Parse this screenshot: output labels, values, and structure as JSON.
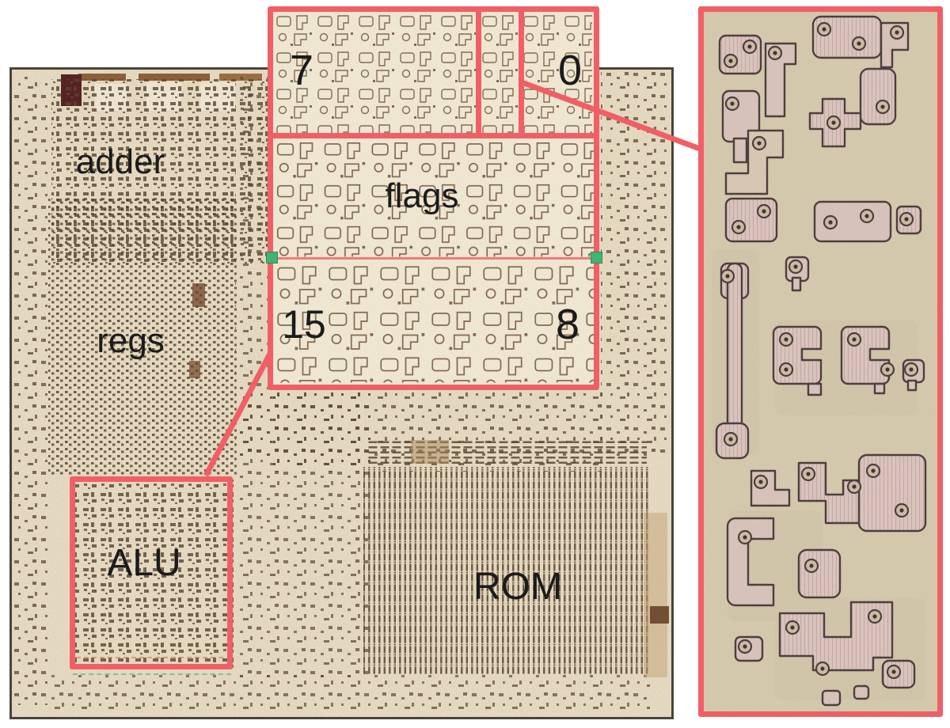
{
  "figure": {
    "title": "annotated microprocessor die photo with flag-register inset and magnified circuit detail",
    "die_labels": {
      "adder": "adder",
      "regs": "regs",
      "alu": "ALU",
      "rom": "ROM"
    },
    "inset_labels": {
      "bit7": "7",
      "bit0": "0",
      "flags": "flags",
      "bit15": "15",
      "bit8": "8"
    },
    "colors": {
      "callout_red": "#f15f66",
      "marker_green": "#43b274",
      "die_bg": "#ece2c9",
      "inset_bg": "#f4ecd8",
      "panel_bg": "#d6caae",
      "label_text": "#1b1b1b"
    }
  }
}
